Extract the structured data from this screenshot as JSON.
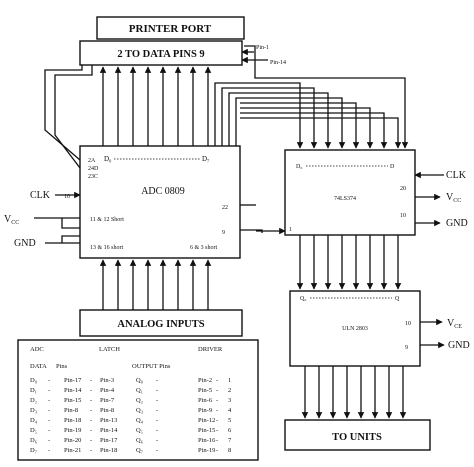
{
  "blocks": {
    "printer_port": "PRINTER PORT",
    "data_pins": "2 TO DATA PINS 9",
    "adc": "ADC 0809",
    "latch": "74LS374",
    "driver": "ULN 2803",
    "analog_inputs": "ANALOG INPUTS",
    "to_units": "TO UNITS"
  },
  "pins": {
    "pin1": "Pin-1",
    "pin14": "Pin-14",
    "adc_2a": "2A",
    "adc_2d": "24D",
    "adc_3c": "23C",
    "adc_d0": "D₀",
    "adc_d7": "D₇",
    "adc_10": "10",
    "adc_22": "22",
    "adc_9": "9",
    "adc_short1": "11 & 12 Short",
    "adc_short2": "13 & 16 short",
    "adc_short3": "6 & 3 short",
    "latch_d0": "D₀",
    "latch_d": "D",
    "latch_20": "20",
    "latch_10": "10",
    "latch_1": "1",
    "drv_q0": "Q₀",
    "drv_q": "Q",
    "drv_10": "10",
    "drv_9": "9"
  },
  "signals": {
    "clk_left": "CLK",
    "vcc_left": "V",
    "vcc_left_sub": "CC",
    "gnd_left": "GND",
    "clk_right": "CLK",
    "vcc_right": "V",
    "vcc_right_sub": "CC",
    "gnd_right": "GND",
    "vce": "V",
    "vce_sub": "CE",
    "gnd_driver": "GND"
  },
  "table": {
    "headers": [
      "ADC",
      "LATCH",
      "DRIVER"
    ],
    "subheaders": [
      "DATA",
      "Pins",
      "OUTPUT Pins"
    ],
    "rows": [
      [
        "D₀",
        "Pin-17",
        "Pin-3",
        "Q₀",
        "Pin-2",
        "1"
      ],
      [
        "D₁",
        "Pin-14",
        "Pin-4",
        "Q₁",
        "Pin-5",
        "2"
      ],
      [
        "D₂",
        "Pin-15",
        "Pin-7",
        "Q₂",
        "Pin-6",
        "3"
      ],
      [
        "D₃",
        "Pin-8",
        "Pin-8",
        "Q₃",
        "Pin-9",
        "4"
      ],
      [
        "D₄",
        "Pin-18",
        "Pin-13",
        "Q₄",
        "Pin-12",
        "5"
      ],
      [
        "D₅",
        "Pin-19",
        "Pin-14",
        "Q₅",
        "Pin-15",
        "6"
      ],
      [
        "D₆",
        "Pin-20",
        "Pin-17",
        "Q₆",
        "Pin-16",
        "7"
      ],
      [
        "D₇",
        "Pin-21",
        "Pin-18",
        "Q₇",
        "Pin-19",
        "8"
      ]
    ]
  }
}
